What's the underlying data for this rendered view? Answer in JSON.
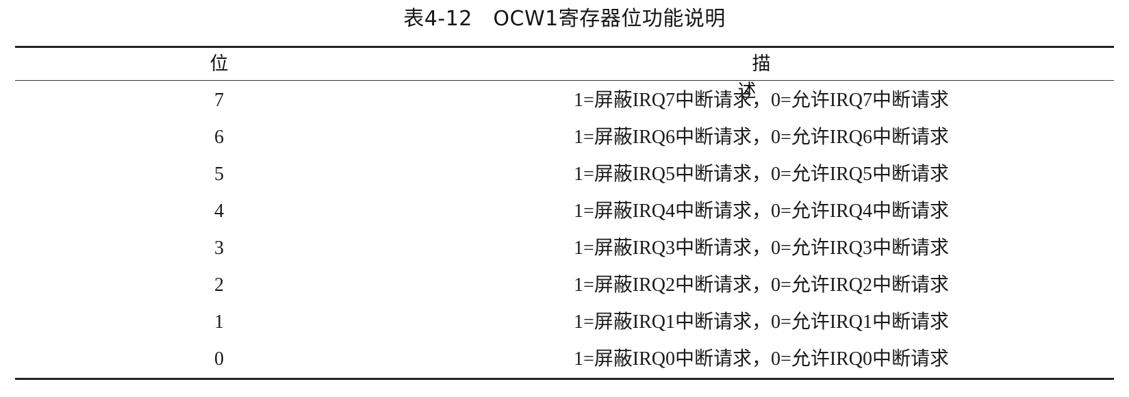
{
  "caption": "表4-12　OCW1寄存器位功能说明",
  "table": {
    "headers": {
      "bit": "位",
      "description": "描述"
    },
    "rows": [
      {
        "bit": "7",
        "description": "1=屏蔽IRQ7中断请求，0=允许IRQ7中断请求"
      },
      {
        "bit": "6",
        "description": "1=屏蔽IRQ6中断请求，0=允许IRQ6中断请求"
      },
      {
        "bit": "5",
        "description": "1=屏蔽IRQ5中断请求，0=允许IRQ5中断请求"
      },
      {
        "bit": "4",
        "description": "1=屏蔽IRQ4中断请求，0=允许IRQ4中断请求"
      },
      {
        "bit": "3",
        "description": "1=屏蔽IRQ3中断请求，0=允许IRQ3中断请求"
      },
      {
        "bit": "2",
        "description": "1=屏蔽IRQ2中断请求，0=允许IRQ2中断请求"
      },
      {
        "bit": "1",
        "description": "1=屏蔽IRQ1中断请求，0=允许IRQ1中断请求"
      },
      {
        "bit": "0",
        "description": "1=屏蔽IRQ0中断请求，0=允许IRQ0中断请求"
      }
    ]
  }
}
